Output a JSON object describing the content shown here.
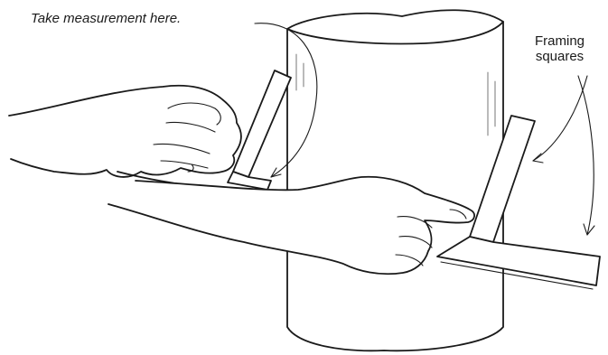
{
  "callouts": {
    "measure_label": "Take measurement here.",
    "squares_line1": "Framing",
    "squares_line2": "squares"
  }
}
